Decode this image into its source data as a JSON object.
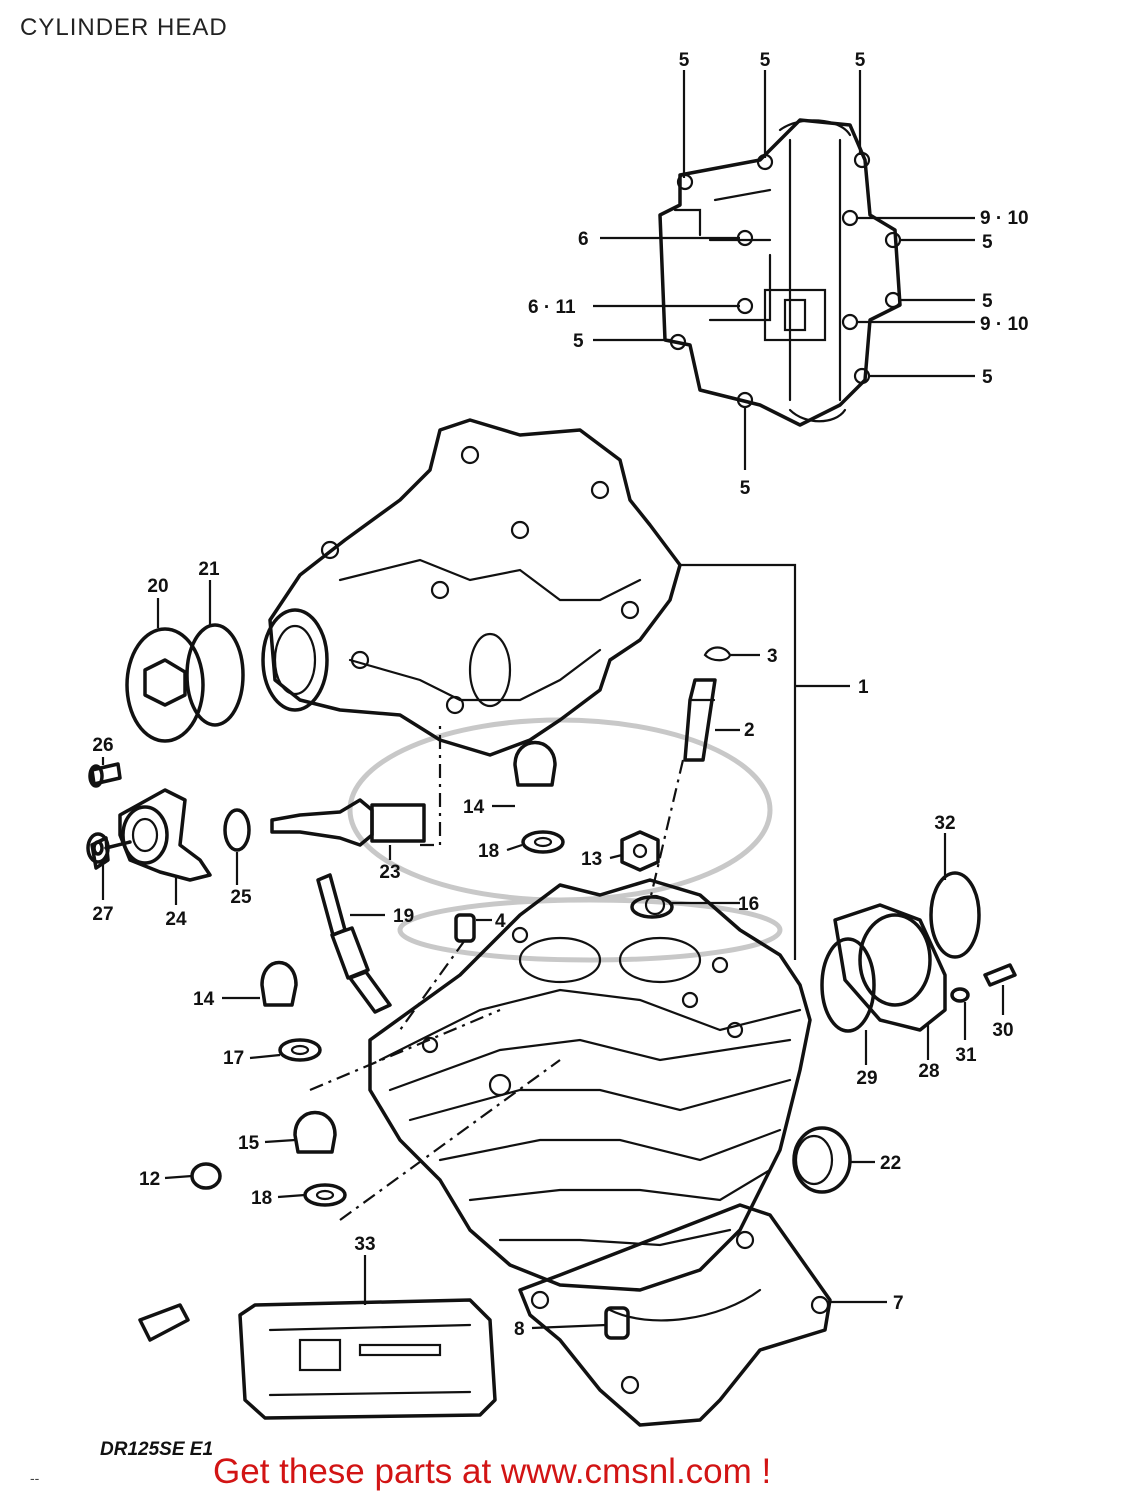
{
  "page": {
    "title": "CYLINDER HEAD",
    "model_code": "DR125SE E1",
    "footer": "Get these parts at www.cmsnl.com !",
    "corner_mark": "--",
    "footer_color": "#d21414"
  },
  "callouts": [
    {
      "label": "5"
    },
    {
      "label": "5"
    },
    {
      "label": "5"
    },
    {
      "label": "9 · 10"
    },
    {
      "label": "6"
    },
    {
      "label": "5"
    },
    {
      "label": "6 · 11"
    },
    {
      "label": "5"
    },
    {
      "label": "9 · 10"
    },
    {
      "label": "5"
    },
    {
      "label": "5"
    },
    {
      "label": "5"
    },
    {
      "label": "20"
    },
    {
      "label": "21"
    },
    {
      "label": "3"
    },
    {
      "label": "1"
    },
    {
      "label": "2"
    },
    {
      "label": "26"
    },
    {
      "label": "14"
    },
    {
      "label": "18"
    },
    {
      "label": "13"
    },
    {
      "label": "23"
    },
    {
      "label": "27"
    },
    {
      "label": "24"
    },
    {
      "label": "25"
    },
    {
      "label": "19"
    },
    {
      "label": "4"
    },
    {
      "label": "16"
    },
    {
      "label": "32"
    },
    {
      "label": "14"
    },
    {
      "label": "17"
    },
    {
      "label": "29"
    },
    {
      "label": "28"
    },
    {
      "label": "31"
    },
    {
      "label": "30"
    },
    {
      "label": "15"
    },
    {
      "label": "12"
    },
    {
      "label": "18"
    },
    {
      "label": "22"
    },
    {
      "label": "33"
    },
    {
      "label": "7"
    },
    {
      "label": "8"
    }
  ]
}
